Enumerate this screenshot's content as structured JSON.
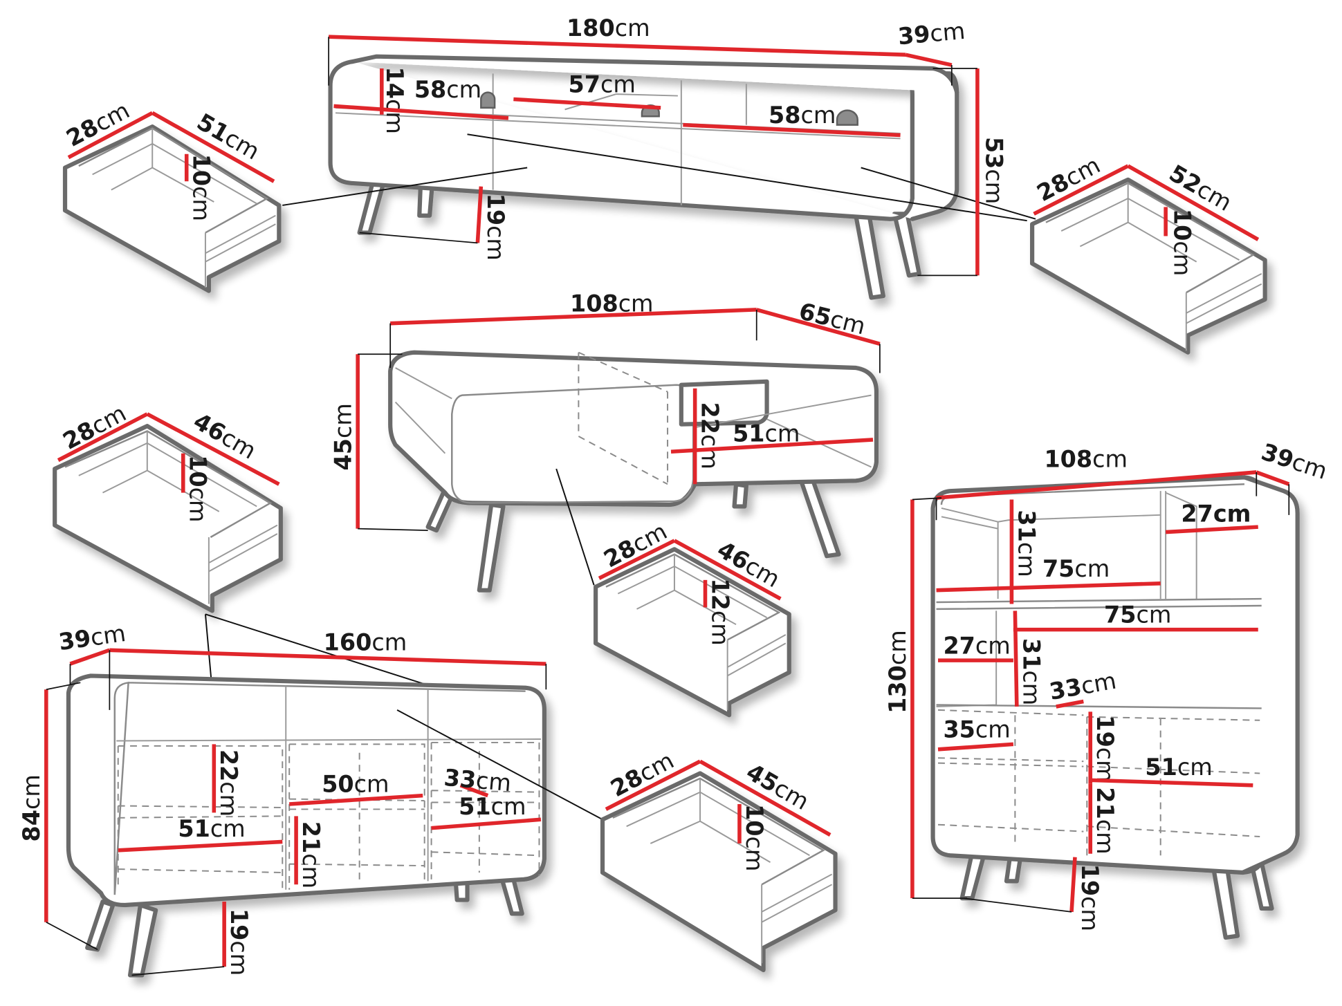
{
  "diagram": {
    "title": "Furniture set dimension drawing",
    "unit": "cm",
    "colors": {
      "dimension_line": "#e0262b",
      "outline": "#6b6b6b",
      "text": "#1a1a1a",
      "background": "#ffffff"
    },
    "tv_stand": {
      "width": "180",
      "depth": "39",
      "height": "53",
      "niche_height": "14",
      "leg_height": "19",
      "niche_left_width": "58",
      "niche_middle_width": "57",
      "niche_right_width": "58"
    },
    "drawer_tv_left": {
      "front": "28",
      "depth": "51",
      "height": "10"
    },
    "drawer_tv_right": {
      "front": "28",
      "depth": "52",
      "height": "10"
    },
    "coffee_table": {
      "width": "108",
      "depth": "65",
      "height": "45",
      "niche_height": "22",
      "niche_depth": "51"
    },
    "drawer_coffee_table": {
      "front": "28",
      "depth": "46",
      "height": "12"
    },
    "drawer_sideboard_top": {
      "front": "28",
      "depth": "46",
      "height": "10"
    },
    "sideboard": {
      "width": "160",
      "depth": "39",
      "height": "84",
      "shelf_left_height": "22",
      "shelf_left_depth": "51",
      "shelf_middle_width": "50",
      "shelf_middle_height": "21",
      "shelf_right_width": "33",
      "shelf_right_depth": "51",
      "leg_height": "19"
    },
    "drawer_sideboard_bottom": {
      "front": "28",
      "depth": "45",
      "height": "10"
    },
    "highboard": {
      "width": "108",
      "depth": "39",
      "height": "130",
      "top_compartment_height": "31",
      "top_compartment_width": "75",
      "top_right_depth": "27",
      "mid_shelf_width": "75",
      "mid_left_depth": "27",
      "mid_compartment_height": "31",
      "mid_small_width": "33",
      "low_left_depth": "35",
      "low_upper_height": "19",
      "low_lower_height": "21",
      "low_right_depth": "51",
      "leg_height": "19"
    },
    "unit_label": "cm"
  }
}
